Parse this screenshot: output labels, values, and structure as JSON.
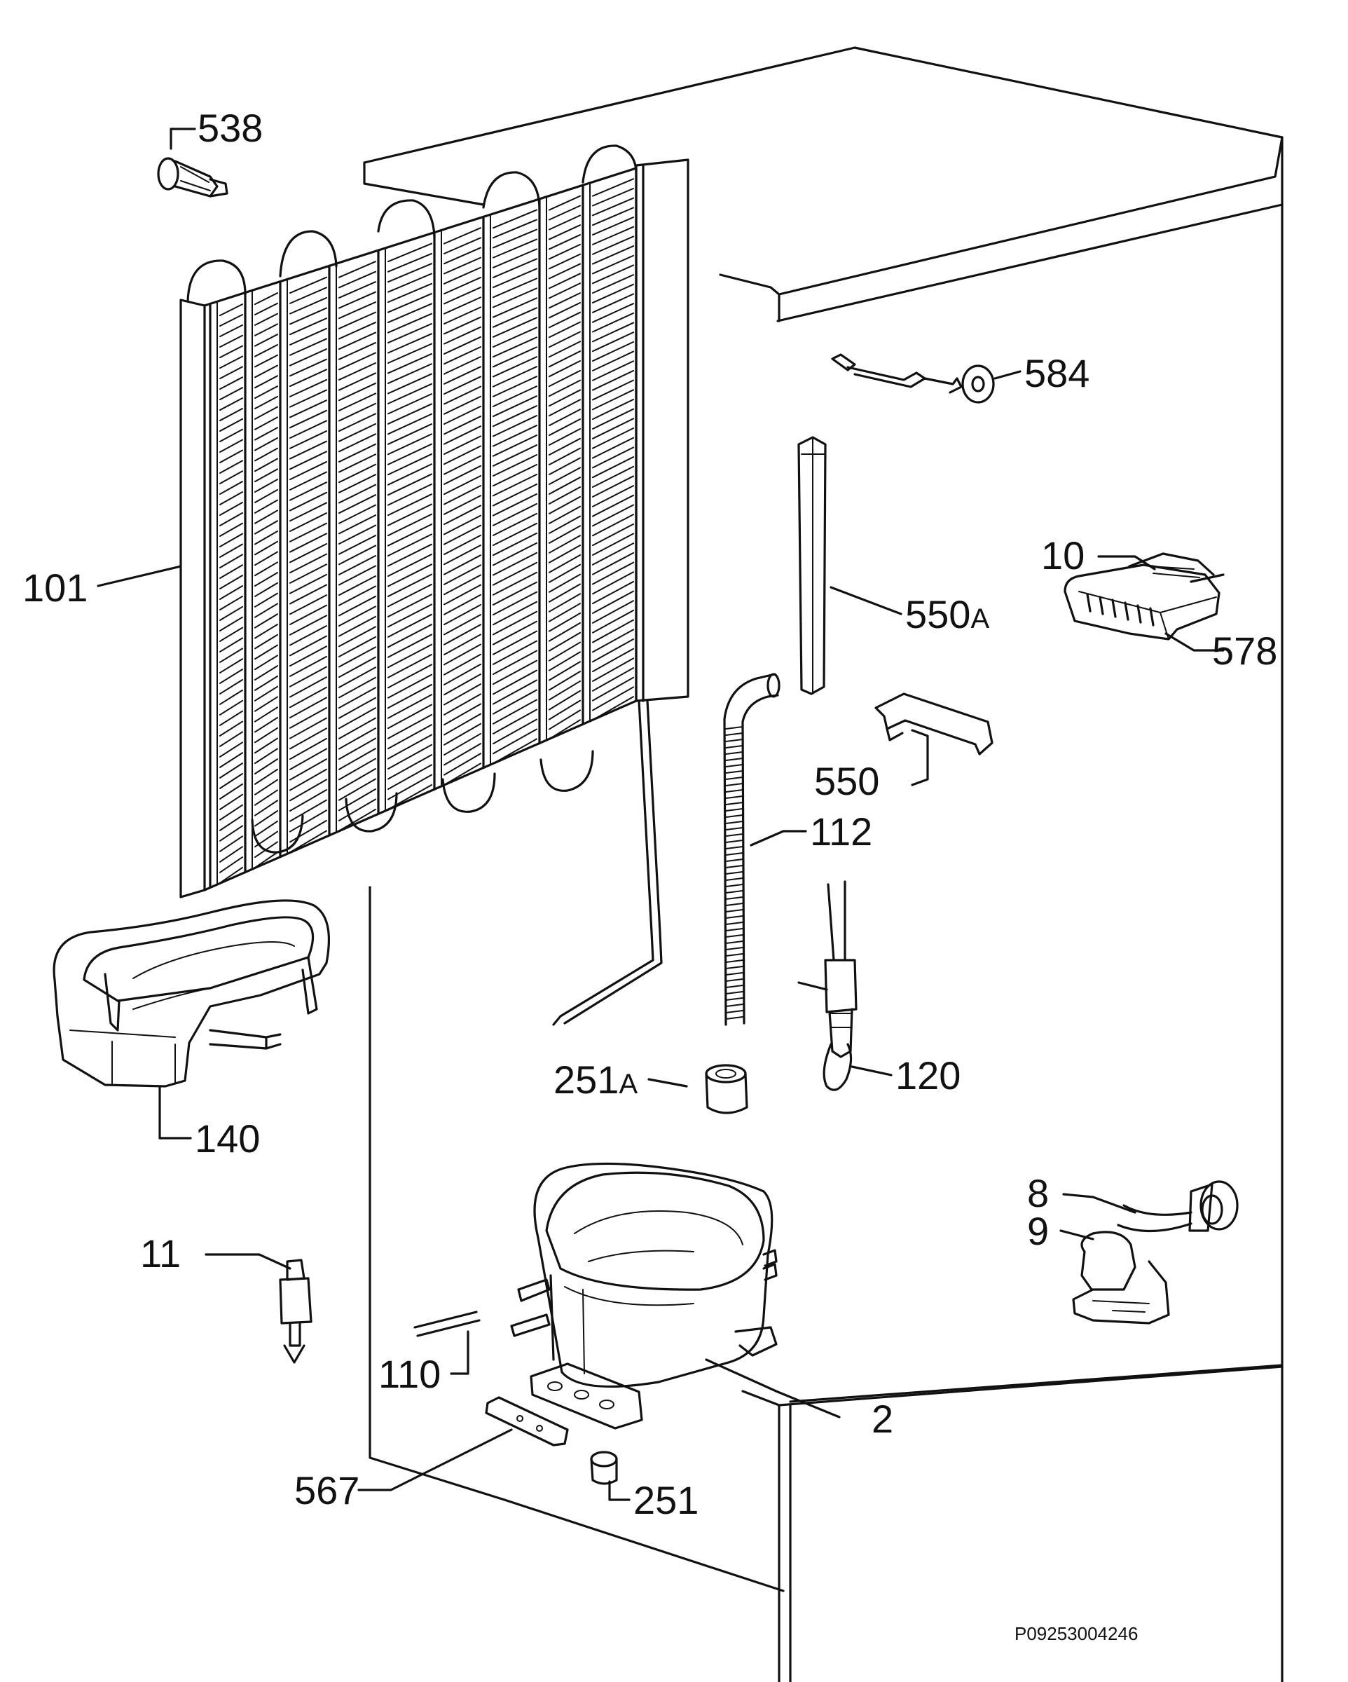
{
  "callouts": {
    "p538": "538",
    "p584": "584",
    "p101": "101",
    "p10": "10",
    "p550a_num": "550",
    "p550a_suffix": "A",
    "p578": "578",
    "p550": "550",
    "p112": "112",
    "p251a_num": "251",
    "p251a_suffix": "A",
    "p120": "120",
    "p140": "140",
    "p8": "8",
    "p9": "9",
    "p11": "11",
    "p110": "110",
    "p2": "2",
    "p567": "567",
    "p251": "251"
  },
  "footer": {
    "code": "P09253004246"
  }
}
